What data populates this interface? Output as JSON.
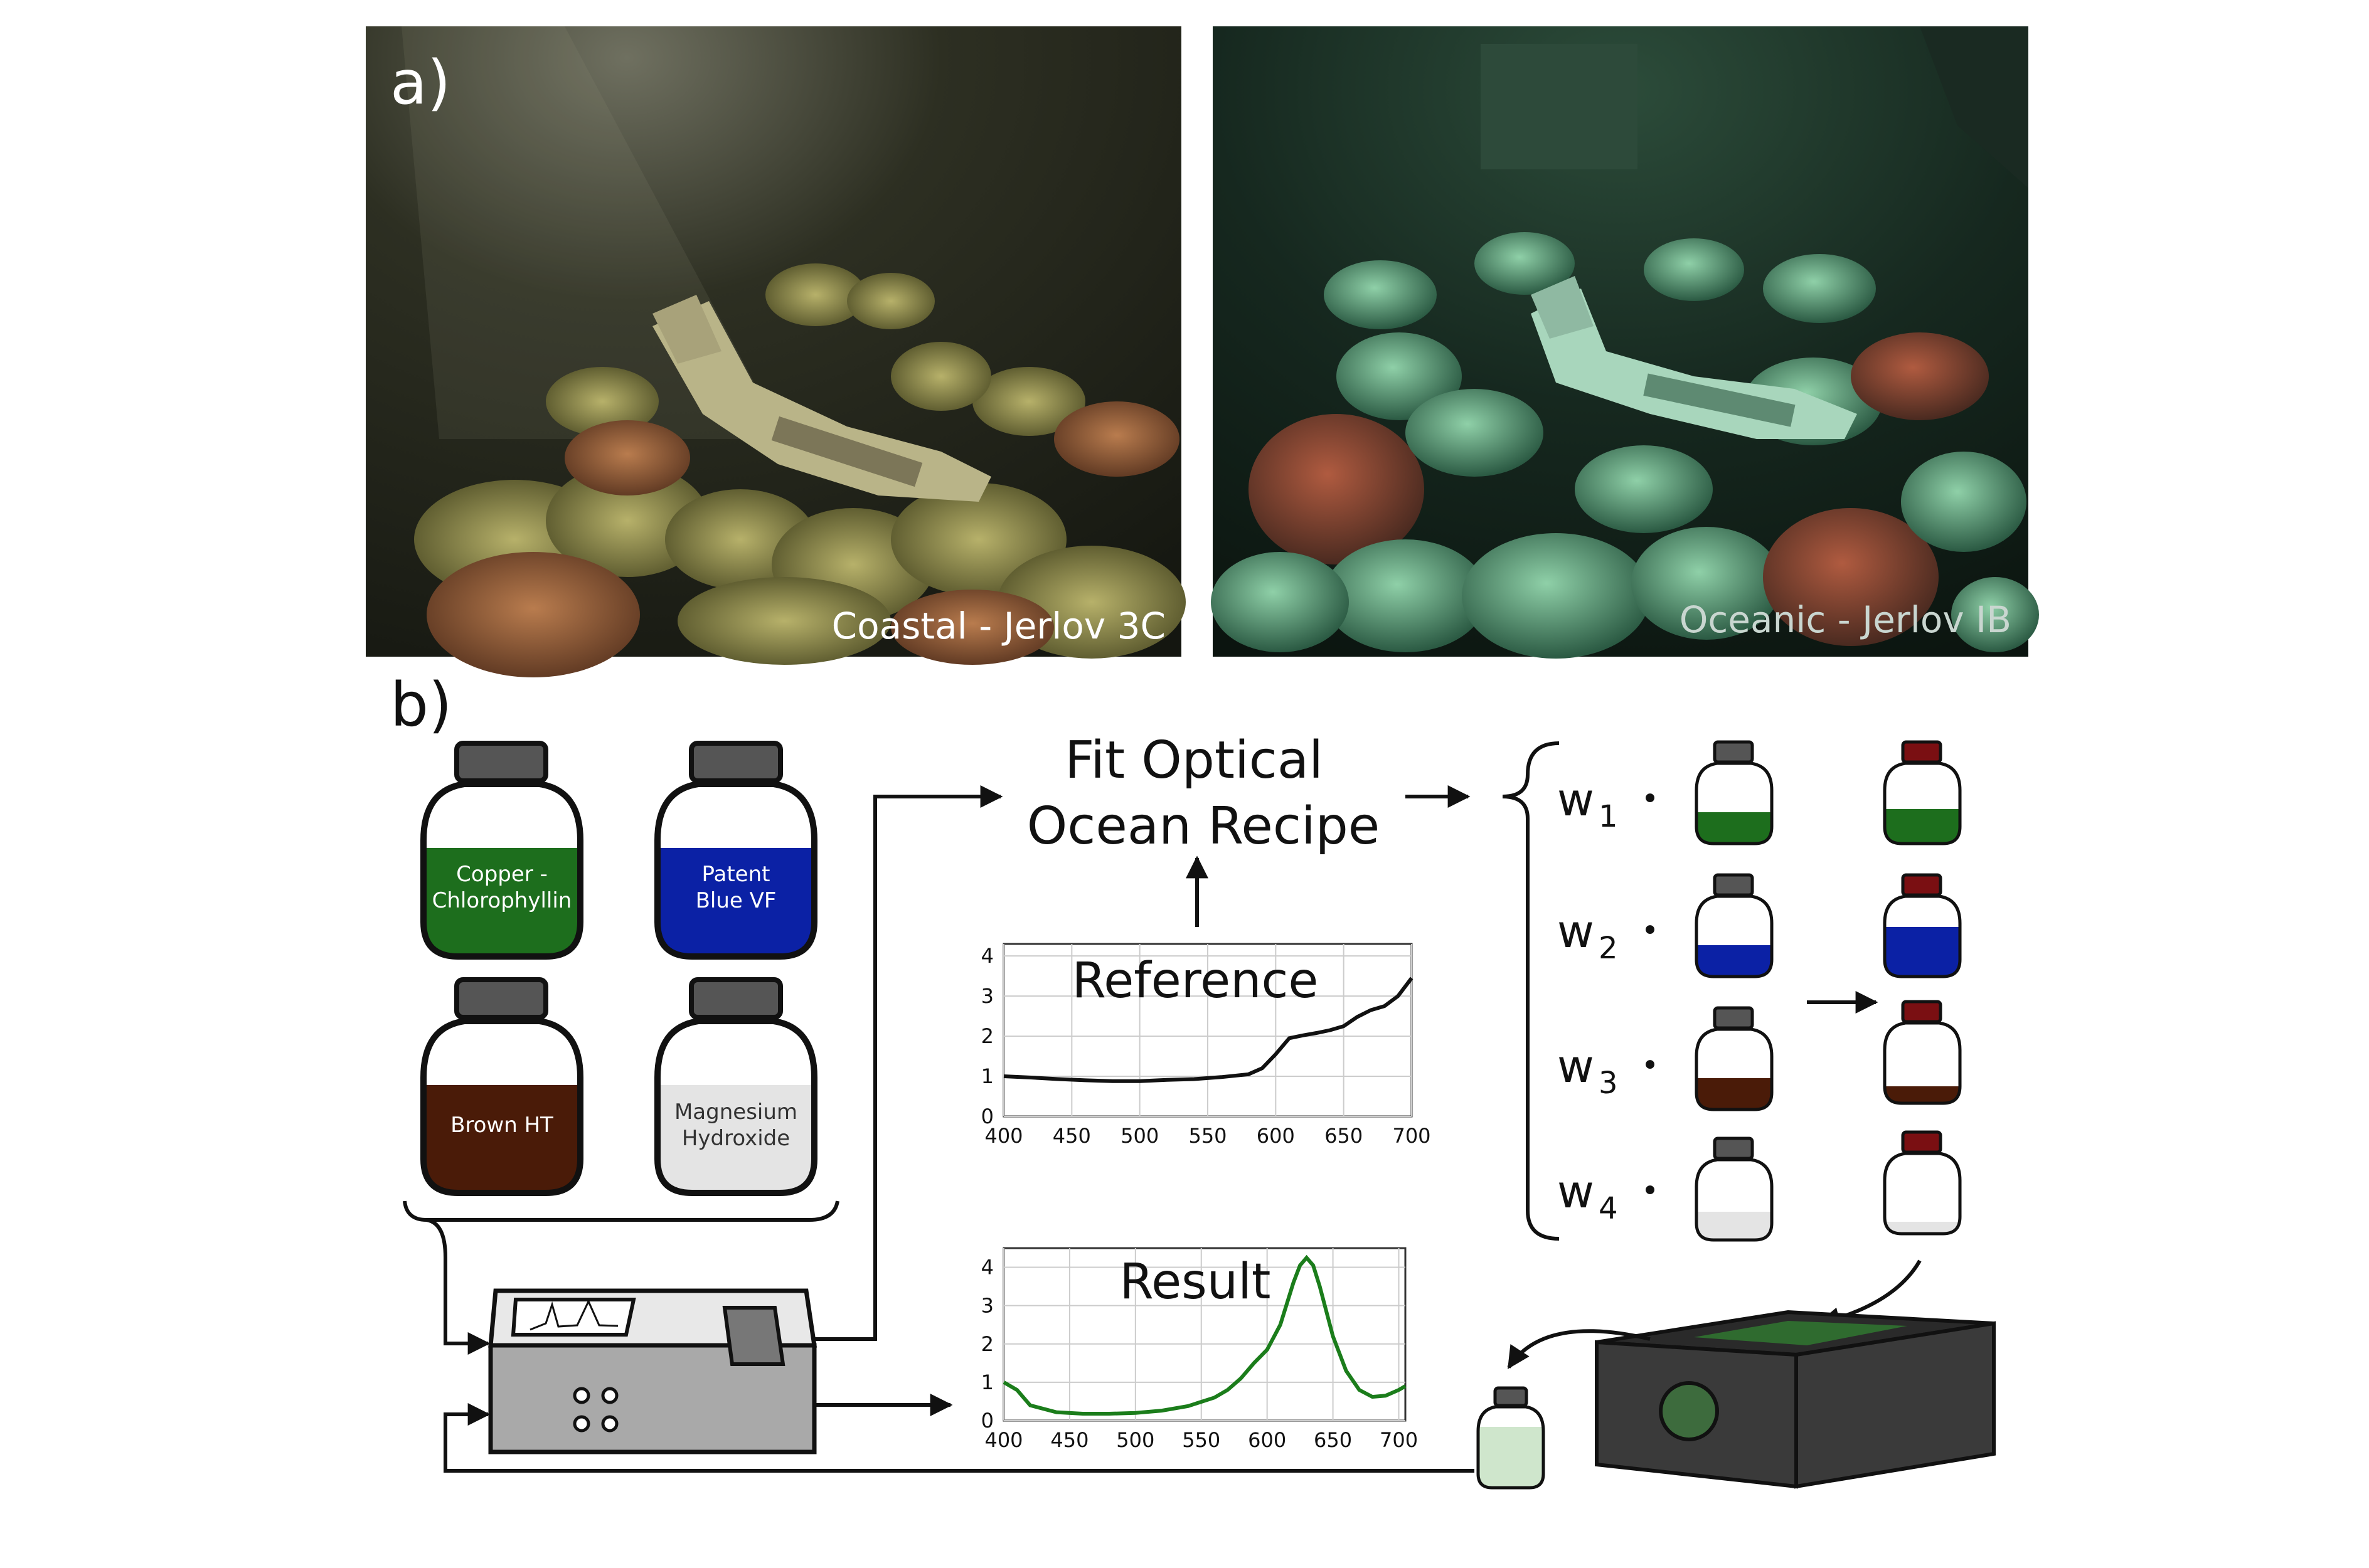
{
  "panel_a": {
    "label": "a)",
    "left_photo_caption": "Coastal - Jerlov 3C",
    "right_photo_caption": "Oceanic - Jerlov IB"
  },
  "panel_b": {
    "label": "b)",
    "dyes": [
      {
        "name_line1": "Copper -",
        "name_line2": "Chlorophyllin",
        "color": "#1d6e1d"
      },
      {
        "name_line1": "Patent",
        "name_line2": "Blue VF",
        "color": "#0b21a5"
      },
      {
        "name_line1": "Brown HT",
        "name_line2": "",
        "color": "#4a1b08"
      },
      {
        "name_line1": "Magnesium",
        "name_line2": "Hydroxide",
        "color": "#e4e4e4"
      }
    ],
    "fit_title_line1": "Fit Optical",
    "fit_title_line2": "Ocean Recipe",
    "weights": [
      {
        "symbol": "w",
        "subscript": "1",
        "color": "#1d6e1d"
      },
      {
        "symbol": "w",
        "subscript": "2",
        "color": "#0b21a5"
      },
      {
        "symbol": "w",
        "subscript": "3",
        "color": "#4a1b08"
      },
      {
        "symbol": "w",
        "subscript": "4",
        "color": "#e4e4e4"
      }
    ],
    "dot": "•"
  },
  "chart_data": [
    {
      "type": "line",
      "title": "Reference",
      "x": [
        400,
        420,
        440,
        460,
        480,
        500,
        520,
        540,
        560,
        580,
        590,
        600,
        610,
        620,
        630,
        640,
        650,
        660,
        670,
        680,
        690,
        700
      ],
      "series": [
        {
          "values": [
            1.0,
            0.97,
            0.93,
            0.9,
            0.88,
            0.88,
            0.91,
            0.93,
            0.98,
            1.05,
            1.2,
            1.55,
            1.95,
            2.02,
            2.08,
            2.15,
            2.25,
            2.48,
            2.65,
            2.75,
            3.0,
            3.45
          ]
        }
      ],
      "xlim": [
        400,
        700
      ],
      "ylim": [
        0,
        4.3
      ],
      "xticks": [
        "400",
        "450",
        "500",
        "550",
        "600",
        "650",
        "700"
      ],
      "yticks": [
        "0",
        "1",
        "2",
        "3",
        "4"
      ],
      "grid": true,
      "line_color": "#111111"
    },
    {
      "type": "line",
      "title": "Result",
      "x": [
        400,
        410,
        420,
        440,
        460,
        480,
        500,
        520,
        540,
        560,
        570,
        580,
        590,
        600,
        610,
        620,
        625,
        630,
        635,
        640,
        650,
        660,
        670,
        680,
        690,
        700,
        705
      ],
      "series": [
        {
          "values": [
            1.0,
            0.8,
            0.4,
            0.22,
            0.18,
            0.18,
            0.2,
            0.26,
            0.38,
            0.6,
            0.8,
            1.1,
            1.5,
            1.85,
            2.5,
            3.6,
            4.05,
            4.25,
            4.05,
            3.5,
            2.2,
            1.3,
            0.8,
            0.62,
            0.65,
            0.8,
            0.9
          ]
        }
      ],
      "xlim": [
        400,
        705
      ],
      "ylim": [
        0,
        4.5
      ],
      "xticks": [
        "400",
        "450",
        "500",
        "550",
        "600",
        "650",
        "700"
      ],
      "yticks": [
        "0",
        "1",
        "2",
        "3",
        "4"
      ],
      "grid": true,
      "line_color": "#1b7d1b"
    }
  ],
  "colors": {
    "outline": "#111111",
    "cap_gray": "#555555",
    "cap_red": "#7a0f12",
    "spectrometer_body": "#a9a9a9",
    "spectrometer_top": "#e8e8e8",
    "tank": "#3a3a3a",
    "tank_water": "#2f6b2f",
    "sample_liquid": "#cfe6cc"
  },
  "icons": [
    "spectrometer-icon",
    "aquarium-tank-icon",
    "sample-bottle-icon",
    "arrow-icon",
    "curly-brace-icon"
  ]
}
